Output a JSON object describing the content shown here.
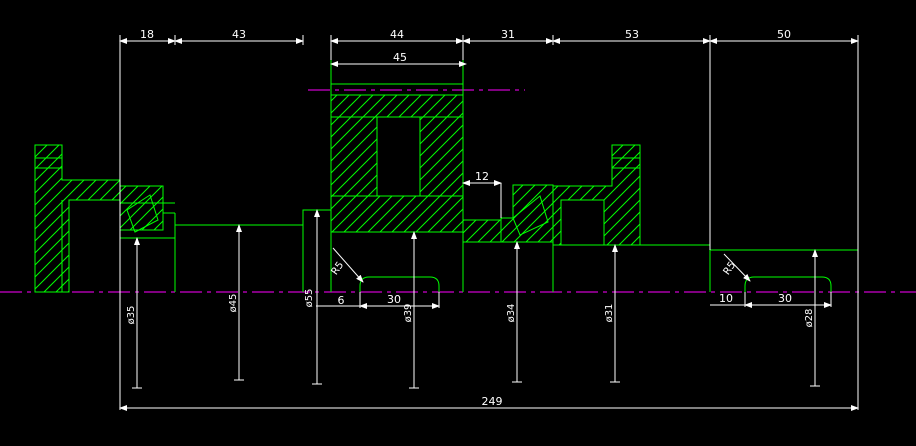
{
  "colors": {
    "background": "#000000",
    "outline": "#00ff00",
    "dimension": "#ffffff",
    "centerline": "#ff00ff"
  },
  "dimensions": {
    "top": {
      "d18": "18",
      "d43": "43",
      "d44": "44",
      "d45": "45",
      "d31": "31",
      "d53": "53",
      "d50": "50"
    },
    "keyway": {
      "gap12": "12",
      "left_offset": "6",
      "left_length": "30",
      "left_radius": "R5",
      "right_offset": "10",
      "right_length": "30",
      "right_radius": "R5"
    },
    "diameters": {
      "dia35": "ø35",
      "dia45": "ø45",
      "dia55": "ø55",
      "dia39": "ø39",
      "dia34": "ø34",
      "dia31": "ø31",
      "dia28": "ø28"
    },
    "overall": "249"
  }
}
